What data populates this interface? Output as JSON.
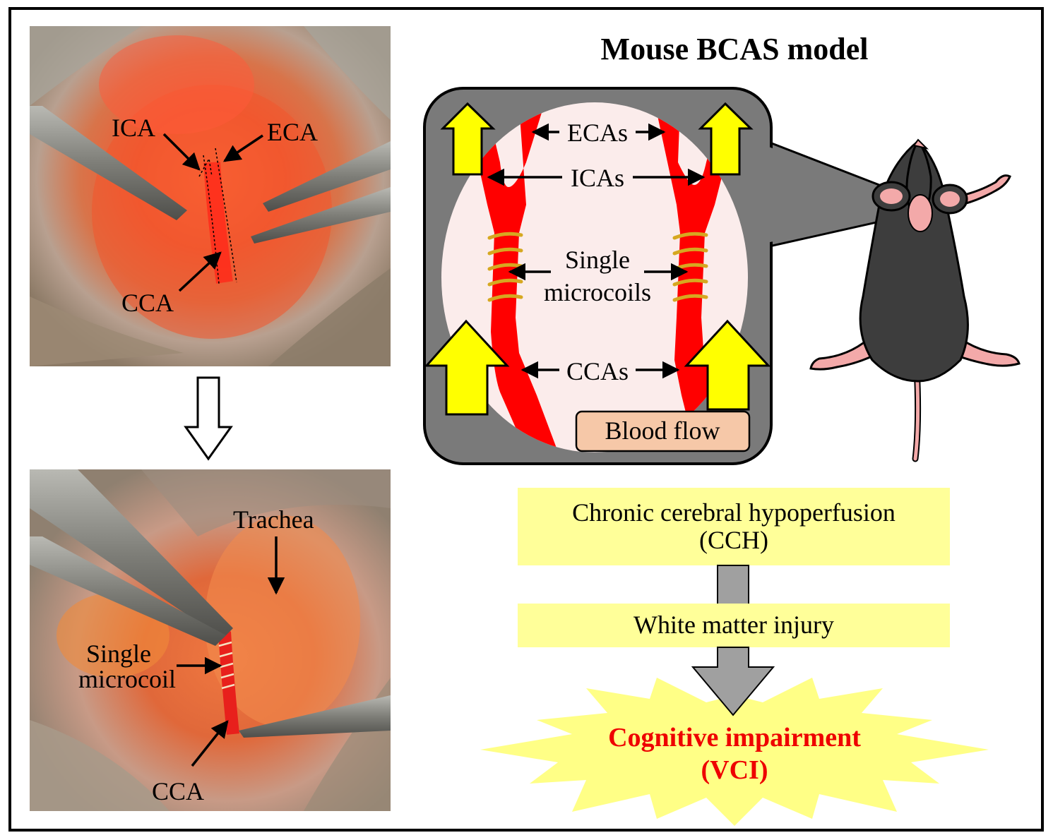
{
  "photo_top": {
    "labels": {
      "ica": "ICA",
      "eca": "ECA",
      "cca": "CCA"
    }
  },
  "photo_bottom": {
    "labels": {
      "trachea": "Trachea",
      "coil_line1": "Single",
      "coil_line2": "microcoil",
      "cca": "CCA"
    }
  },
  "model": {
    "title": "Mouse BCAS model",
    "ecas": "ECAs",
    "icas": "ICAs",
    "coils_line1": "Single",
    "coils_line2": "microcoils",
    "ccas": "CCAs",
    "blood_flow": "Blood flow"
  },
  "flow": {
    "box1_line1": "Chronic cerebral hypoperfusion",
    "box1_line2": "(CCH)",
    "box2": "White matter injury",
    "result_line1": "Cognitive impairment",
    "result_line2": "(VCI)"
  },
  "colors": {
    "artery": "#ff0000",
    "flow_arrow": "#ffff00",
    "box_fill": "#ffff99",
    "burst_fill": "#ffff80",
    "result_text": "#ee0000",
    "callout_gray": "#7a7a7a",
    "mouse_body": "#3d3d3d",
    "mouse_pink": "#f3a9a9",
    "blood_flow_box": "#f6c8a8"
  }
}
